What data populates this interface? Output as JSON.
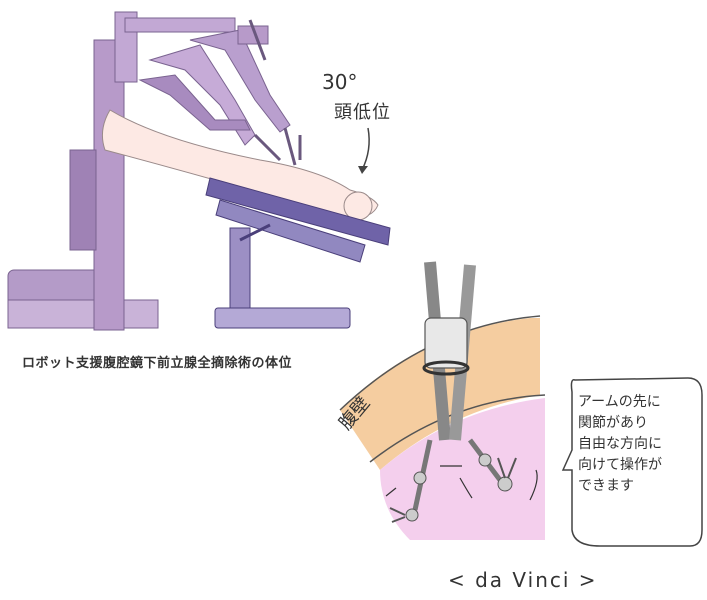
{
  "diagram": {
    "caption": "ロボット支援腹腔鏡下前立腺全摘除術の体位",
    "angle_label": "30°",
    "position_label": "頭低位",
    "wall_label": "腹壁",
    "bubble_lines": [
      "アームの先に",
      "関節があり",
      "自由な方向に",
      "向けて操作が",
      "できます"
    ],
    "system_label": "< da Vinci >"
  },
  "colors": {
    "machine": "#b79ac9",
    "machine_dark": "#8b6fa5",
    "table": "#6f63a8",
    "abdominal_orange": "#f3c48f",
    "abdominal_pink": "#f2c7ea",
    "line": "#555555"
  }
}
